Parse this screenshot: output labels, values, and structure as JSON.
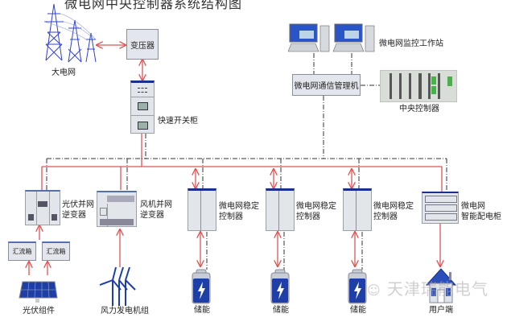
{
  "title": "微电网中央控制器系统结构图",
  "nodes": {
    "grid": {
      "label": "大电网",
      "icon": "power-tower-icon"
    },
    "transformer": {
      "label": "变压器"
    },
    "fast_switch": {
      "label": "快速开关柜"
    },
    "workstation": {
      "label": "微电网监控工作站",
      "icon": "computer-icon"
    },
    "comm_manager": {
      "label": "微电网通信管理机"
    },
    "central_controller": {
      "label": "中央控制器",
      "icon": "controller-rack-icon"
    },
    "pv_inverter": {
      "label_line1": "光伏并网",
      "label_line2": "逆变器"
    },
    "wind_inverter": {
      "label_line1": "风机并网",
      "label_line2": "逆变器"
    },
    "stabilizers": [
      {
        "label_line1": "微电网稳定",
        "label_line2": "控制器",
        "storage_label": "储能"
      },
      {
        "label_line1": "微电网稳定",
        "label_line2": "控制器",
        "storage_label": "储能"
      },
      {
        "label_line1": "微电网稳定",
        "label_line2": "控制器",
        "storage_label": "储能"
      }
    ],
    "smart_cabinet": {
      "label_line1": "微电网",
      "label_line2": "智能配电柜"
    },
    "combiner_boxes": [
      {
        "label": "汇流箱"
      },
      {
        "label": "汇流箱"
      }
    ],
    "pv_module": {
      "label": "光伏组件",
      "icon": "solar-panel-icon"
    },
    "wind_turbine": {
      "label": "风力发电机组",
      "icon": "wind-turbine-icon"
    },
    "user": {
      "label": "用户端",
      "icon": "house-icon"
    }
  },
  "watermark": "天津瑞能电气",
  "colors": {
    "power_line": "#e05555",
    "comm_line": "#333333",
    "accent_blue": "#1b2f8f"
  }
}
